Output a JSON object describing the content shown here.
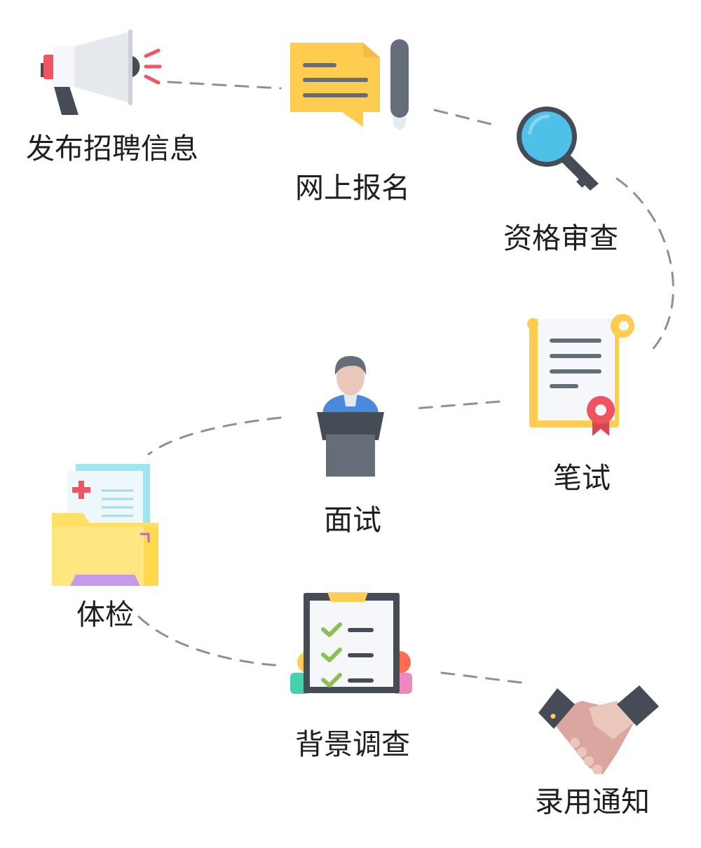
{
  "title": "招聘流程",
  "steps": [
    {
      "label": "发布招聘信息",
      "icon": "megaphone-icon"
    },
    {
      "label": "网上报名",
      "icon": "application-form-icon"
    },
    {
      "label": "资格审查",
      "icon": "magnifier-icon"
    },
    {
      "label": "笔试",
      "icon": "certificate-scroll-icon"
    },
    {
      "label": "面试",
      "icon": "podium-speaker-icon"
    },
    {
      "label": "体检",
      "icon": "medical-folder-icon"
    },
    {
      "label": "背景调查",
      "icon": "clipboard-checklist-icon"
    },
    {
      "label": "录用通知",
      "icon": "handshake-icon"
    }
  ],
  "colors": {
    "connector": "#8a909c",
    "yellow": "#fecd4f",
    "dark": "#464c55",
    "red": "#ef5461",
    "blue": "#4fc0e8",
    "green": "#8cc152"
  }
}
